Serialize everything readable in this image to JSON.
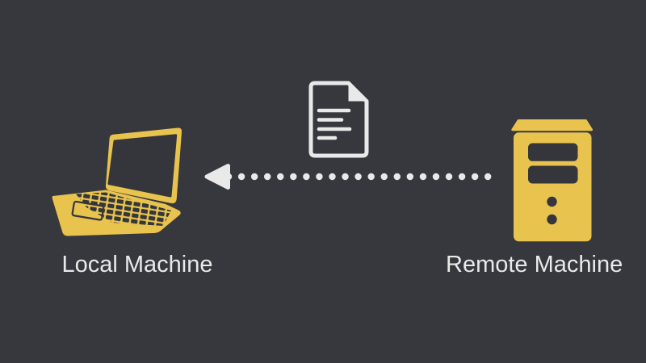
{
  "diagram": {
    "background_color": "#36383d",
    "accent_color": "#e8c34e",
    "light_color": "#e9e9e9",
    "cutout_color": "#34363b",
    "nodes": [
      {
        "id": "local",
        "label": "Local Machine",
        "icon": "laptop-icon"
      },
      {
        "id": "remote",
        "label": "Remote Machine",
        "icon": "server-icon"
      }
    ],
    "connection": {
      "from": "remote",
      "to": "local",
      "style": "dotted",
      "direction": "right-to-left",
      "arrowhead": "left",
      "payload_icon": "document-icon",
      "dot_count": 21
    }
  }
}
